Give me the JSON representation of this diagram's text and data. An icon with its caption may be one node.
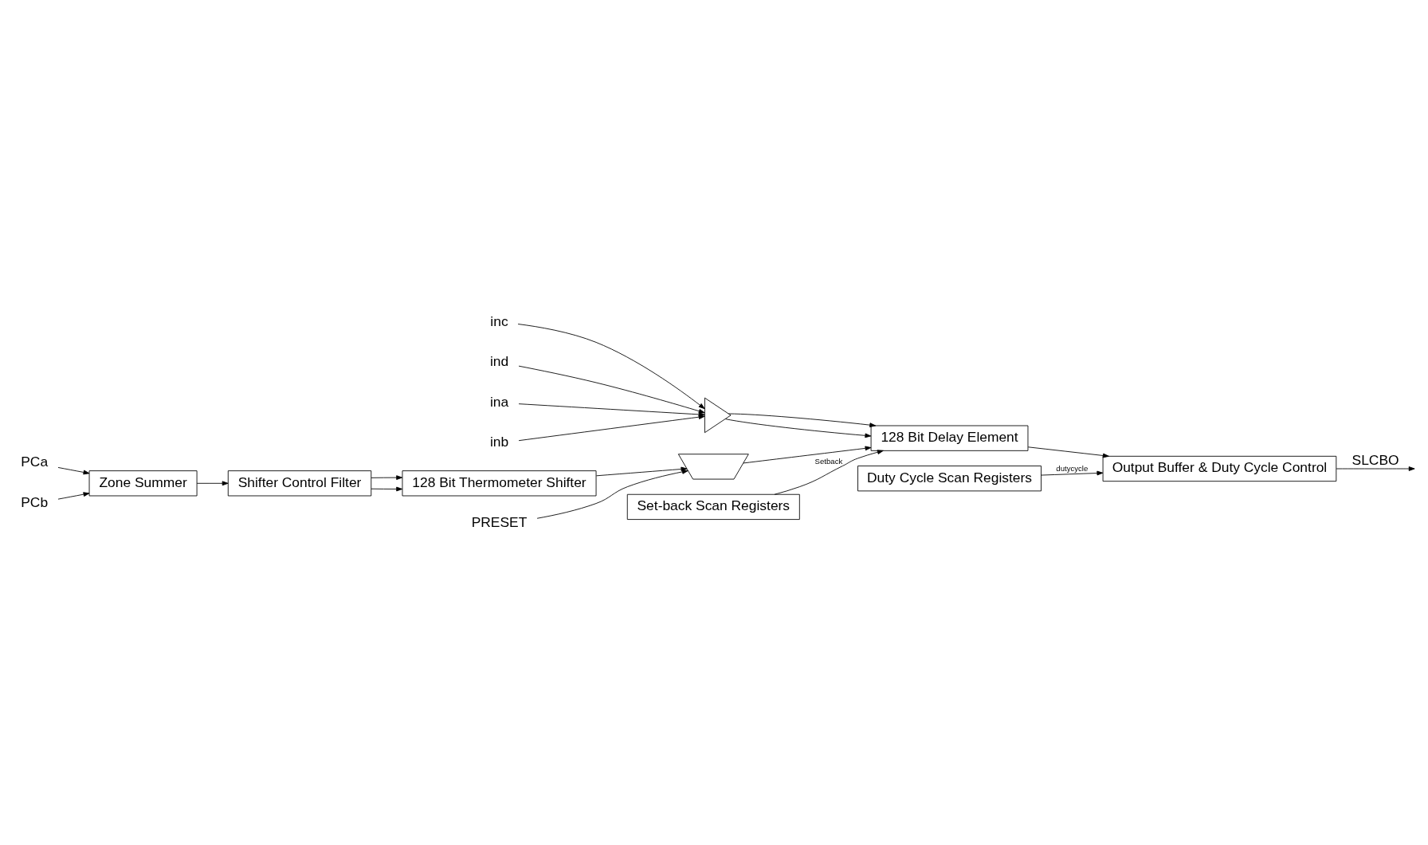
{
  "diagram": {
    "nodes": [
      {
        "text": [
          "PCa"
        ]
      },
      {
        "text": [
          "PCb"
        ]
      },
      {
        "text": [
          "Zone Summer"
        ]
      },
      {
        "text": [
          "Shifter Control Filter"
        ]
      },
      {
        "text": [
          "128 Bit Thermometer Shifter"
        ]
      },
      {
        "text": [
          "PRESET"
        ]
      },
      {
        "text": [],
        "shape": "trapezoid"
      },
      {
        "text": [
          "ina"
        ]
      },
      {
        "text": [
          "inb"
        ]
      },
      {
        "text": [
          "inc"
        ]
      },
      {
        "text": [
          "ind"
        ]
      },
      {
        "text": [],
        "shape": "triangle"
      },
      {
        "text": [
          "128 Bit Delay Element"
        ]
      },
      {
        "text": [
          "Output Buffer & Duty Cycle Control"
        ]
      },
      {
        "text": [
          "Set-back Scan Registers"
        ]
      },
      {
        "text": [
          "Duty Cycle Scan Registers"
        ]
      }
    ],
    "edges": [
      {
        "from": 0,
        "to": 2,
        "arrow": "to"
      },
      {
        "from": 1,
        "to": 2,
        "arrow": "to"
      },
      {
        "from": 2,
        "to": 3,
        "arrow": "to"
      },
      {
        "from": 3,
        "to": 4,
        "arrow": "to"
      },
      {
        "from": 3,
        "to": 4,
        "arrow": "to"
      },
      {
        "from": 5,
        "to": 6,
        "arrow": "to"
      },
      {
        "from": 4,
        "to": 6,
        "arrow": "to"
      },
      {
        "from": 6,
        "to": 12,
        "arrow": "to"
      },
      {
        "from": 7,
        "to": 11,
        "arrow": "to"
      },
      {
        "from": 8,
        "to": 11,
        "arrow": "to"
      },
      {
        "from": 9,
        "to": 11,
        "arrow": "to"
      },
      {
        "from": 10,
        "to": 11,
        "arrow": "to"
      },
      {
        "from": 11,
        "to": 12,
        "arrow": "to"
      },
      {
        "from": 11,
        "to": 12,
        "arrow": "to"
      },
      {
        "from": 12,
        "to": 13,
        "arrow": "to"
      },
      {
        "from": 13,
        "to": null,
        "arrow": "to",
        "label": "SLCBO"
      },
      {
        "from": 14,
        "to": 12,
        "arrow": "to",
        "label": "Setback"
      },
      {
        "from": 15,
        "to": 13,
        "arrow": "to",
        "label": "dutycycle"
      }
    ]
  }
}
